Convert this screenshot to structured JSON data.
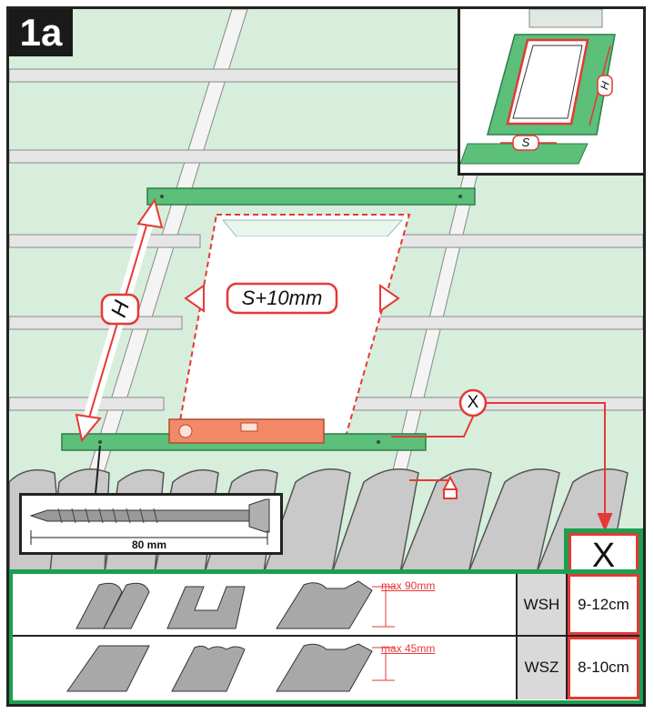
{
  "step_label": "1a",
  "main": {
    "width_label": "S+10mm",
    "height_label": "H",
    "x_marker": "X"
  },
  "inset": {
    "width_label": "S",
    "height_label": "H"
  },
  "screw": {
    "length_label": "80 mm"
  },
  "table": {
    "header_x": "X",
    "rows": [
      {
        "max_label": "max 90mm",
        "flashing_type": "WSH",
        "x_value": "9-12cm"
      },
      {
        "max_label": "max 45mm",
        "flashing_type": "WSZ",
        "x_value": "8-10cm"
      }
    ]
  },
  "colors": {
    "accent_red": "#e53935",
    "batten_green": "#5cbf7a",
    "table_green": "#1aa050",
    "background_green": "#d6eedb"
  }
}
